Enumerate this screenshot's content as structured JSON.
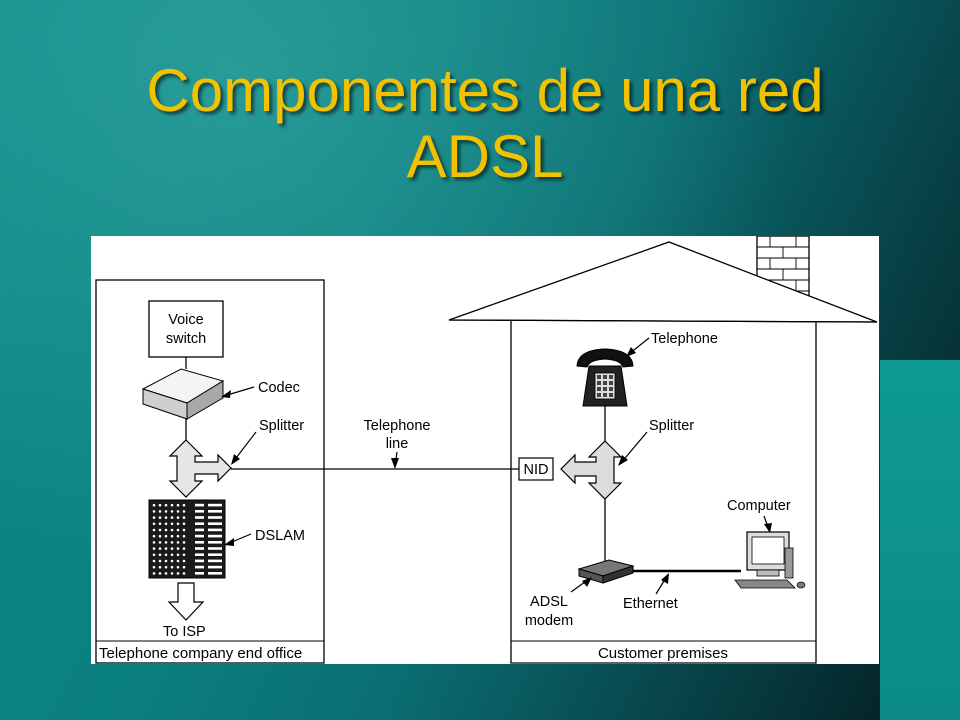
{
  "slide": {
    "title_line1": "Componentes de una red",
    "title_line2": "ADSL",
    "title_color": "#f2c200"
  },
  "diagram": {
    "end_office": {
      "voice_switch_line1": "Voice",
      "voice_switch_line2": "switch",
      "codec": "Codec",
      "splitter": "Splitter",
      "dslam": "DSLAM",
      "to_isp": "To ISP",
      "caption": "Telephone company end office"
    },
    "telephone_line_line1": "Telephone",
    "telephone_line_line2": "line",
    "customer": {
      "telephone": "Telephone",
      "splitter": "Splitter",
      "nid": "NID",
      "computer": "Computer",
      "adsl_modem_line1": "ADSL",
      "adsl_modem_line2": "modem",
      "ethernet": "Ethernet",
      "caption": "Customer premises"
    }
  }
}
